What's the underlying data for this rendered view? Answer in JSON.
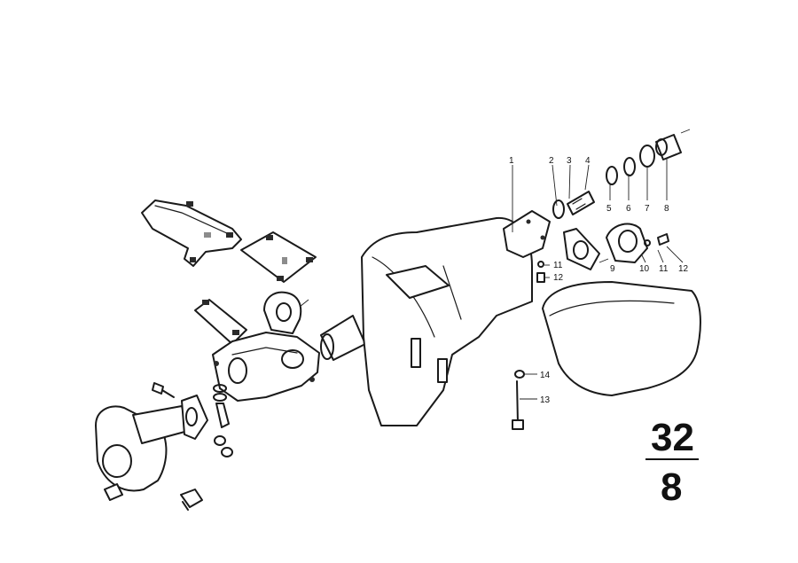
{
  "diagram": {
    "section": {
      "group": "32",
      "subgroup": "8"
    },
    "callouts": [
      "1",
      "2",
      "3",
      "4",
      "5",
      "6",
      "7",
      "8",
      "9",
      "10",
      "11",
      "12",
      "11",
      "12",
      "13",
      "14"
    ]
  }
}
